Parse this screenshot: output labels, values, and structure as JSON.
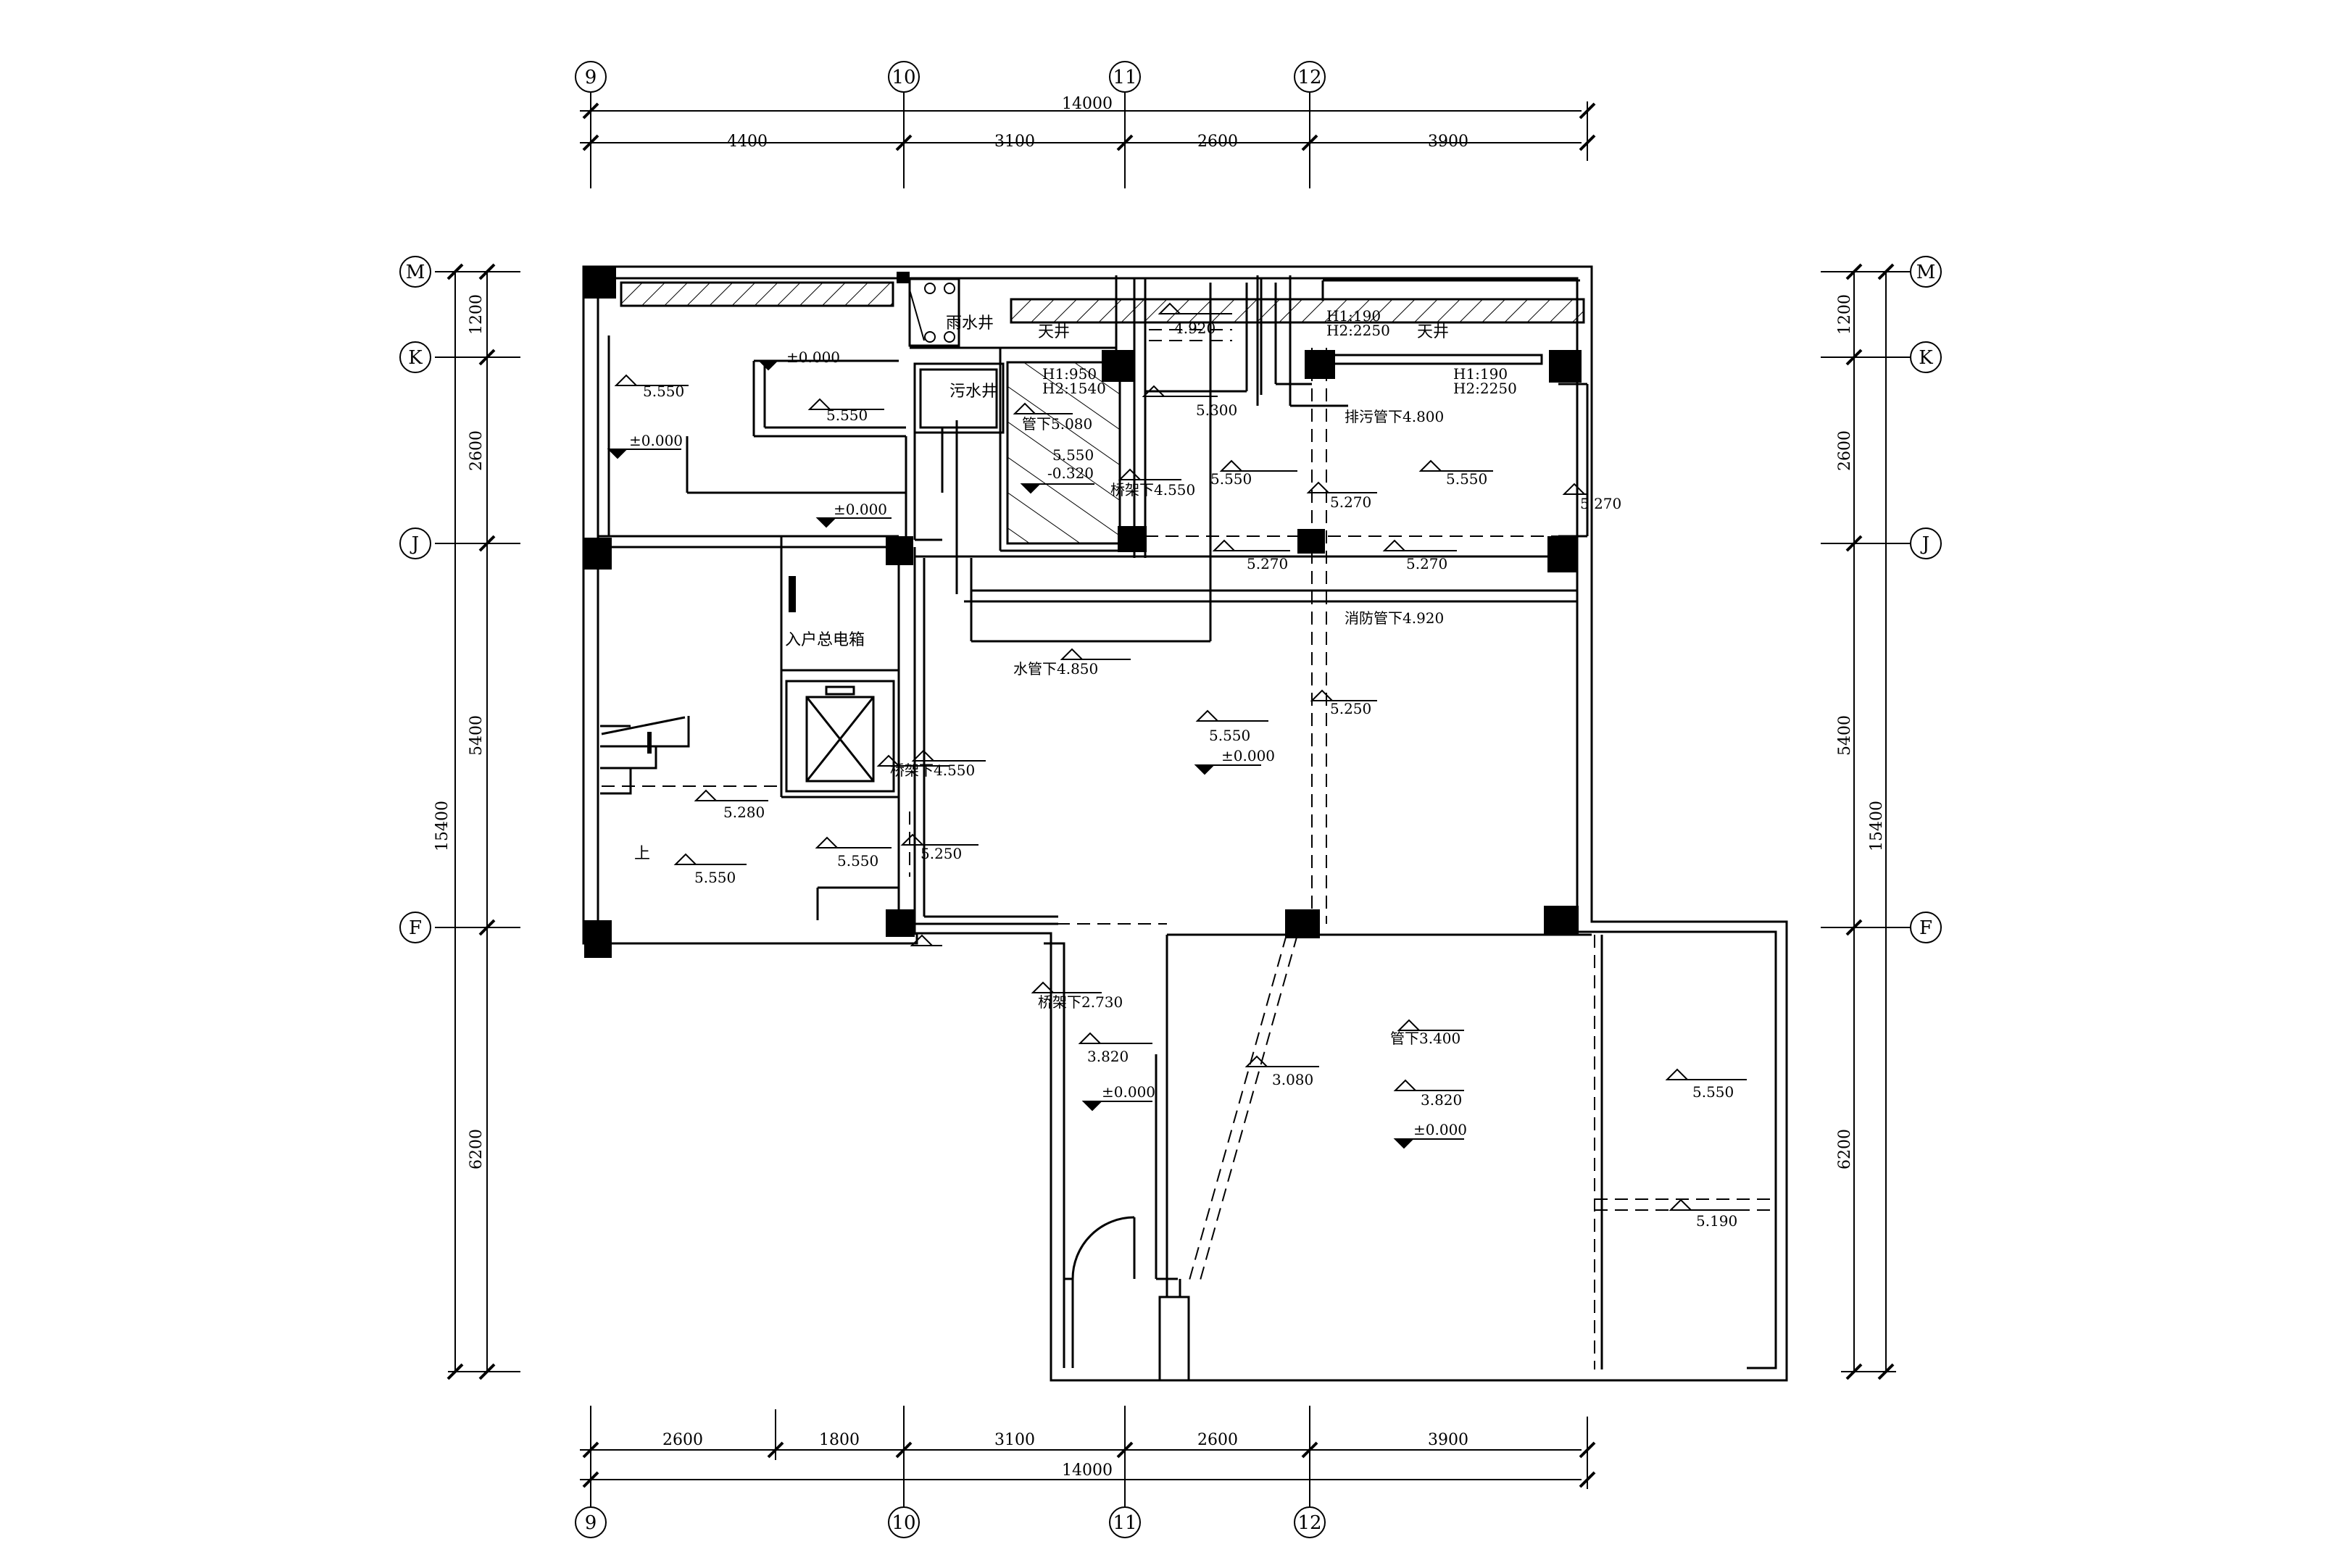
{
  "axes_top": [
    {
      "label": "9"
    },
    {
      "label": "10"
    },
    {
      "label": "11"
    },
    {
      "label": "12"
    }
  ],
  "axes_bottom": [
    {
      "label": "9"
    },
    {
      "label": "10"
    },
    {
      "label": "11"
    },
    {
      "label": "12"
    }
  ],
  "axes_left": [
    {
      "label": "M"
    },
    {
      "label": "K"
    },
    {
      "label": "J"
    },
    {
      "label": "F"
    }
  ],
  "axes_right": [
    {
      "label": "M"
    },
    {
      "label": "K"
    },
    {
      "label": "J"
    },
    {
      "label": "F"
    }
  ],
  "dims_top": {
    "total": "14000",
    "segments": [
      "4400",
      "3100",
      "2600",
      "3900"
    ]
  },
  "dims_bottom": {
    "total": "14000",
    "segments": [
      "2600",
      "1800",
      "3100",
      "2600",
      "3900"
    ]
  },
  "dims_left": {
    "total": "15400",
    "segments": [
      "1200",
      "2600",
      "5400",
      "6200"
    ]
  },
  "dims_right": {
    "total": "15400",
    "segments": [
      "1200",
      "2600",
      "5400",
      "6200"
    ]
  },
  "room_labels": {
    "rain_well": "雨水井",
    "skylight_1": "天井",
    "skylight_2": "天井",
    "sewage_well": "污水井",
    "meter_box": "入户总电箱",
    "stair_up": "上"
  },
  "annotations": {
    "h1_950": "H1:950",
    "h2_1540": "H2:1540",
    "h1_190_a": "H1:190",
    "h2_2250_a": "H2:2250",
    "h1_190_b": "H1:190",
    "h2_2250_b": "H2:2250",
    "pipe_5080": "管下5.080",
    "sewage_pipe_4800": "排污管下4.800",
    "tray_4550_a": "桥架下4.550",
    "fire_pipe_4920": "消防管下4.920",
    "water_pipe_4850": "水管下4.850",
    "tray_4550_b": "桥架下4.550",
    "tray_2730": "桥架下2.730",
    "pipe_3400": "管下3.400"
  },
  "levels": {
    "l_5550_a": "5.550",
    "l_0_a": "±0.000",
    "l_5550_b": "5.550",
    "l_0_b": "±0.000",
    "l_0_c": "±0.000",
    "l_4920": "4.920",
    "l_5300": "5.300",
    "l_5550_c": "5.550",
    "l_m0320": "-0.320",
    "l_5550_d": "5.550",
    "l_5550_e": "5.550",
    "l_5270_a": "5.270",
    "l_5270_b": "5.270",
    "l_5270_c": "5.270",
    "l_5270_d": "5.270",
    "l_5250_a": "5.250",
    "l_5550_f": "5.550",
    "l_0_d": "±0.000",
    "l_5280": "5.280",
    "l_5550_g": "5.550",
    "l_5550_h": "5.550",
    "l_5250_b": "5.250",
    "l_3820_a": "3.820",
    "l_0_e": "±0.000",
    "l_3080": "3.080",
    "l_3820_b": "3.820",
    "l_0_f": "±0.000",
    "l_5550_i": "5.550",
    "l_5190": "5.190"
  },
  "colors": {
    "line": "#000000",
    "background": "#ffffff"
  }
}
